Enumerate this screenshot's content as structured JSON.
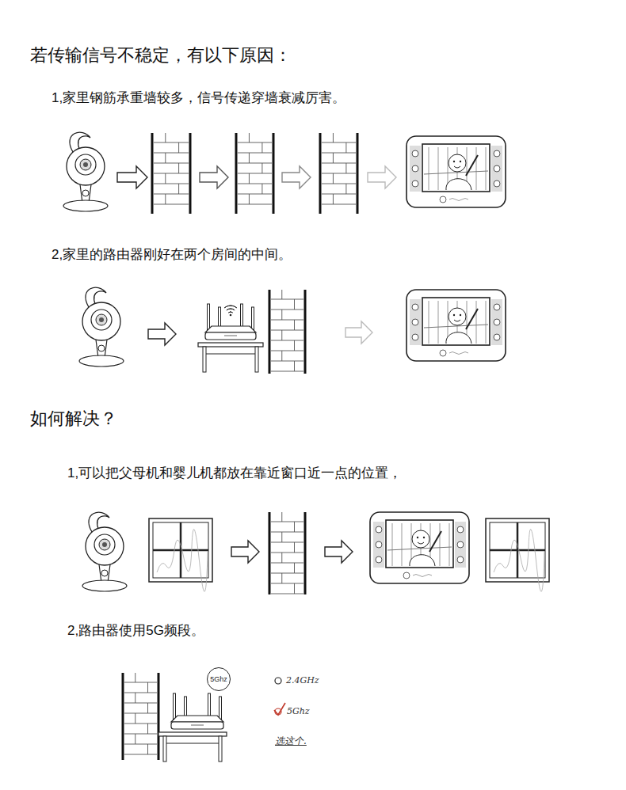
{
  "diagram": {
    "title": "若传输信号不稳定，有以下原因：",
    "nodes": [
      {
        "text": [
          "5Ghz"
        ]
      }
    ],
    "labels": [
      "1,家里钢筋承重墙较多，信号传递穿墙衰减厉害。",
      "2,家里的路由器刚好在两个房间的中间。",
      "如何解决？",
      "1,可以把父母机和婴儿机都放在靠近窗口近一点的位置，",
      "2,路由器使用5G频段。",
      "2.4GHz",
      "5Ghz",
      "选这个."
    ]
  }
}
